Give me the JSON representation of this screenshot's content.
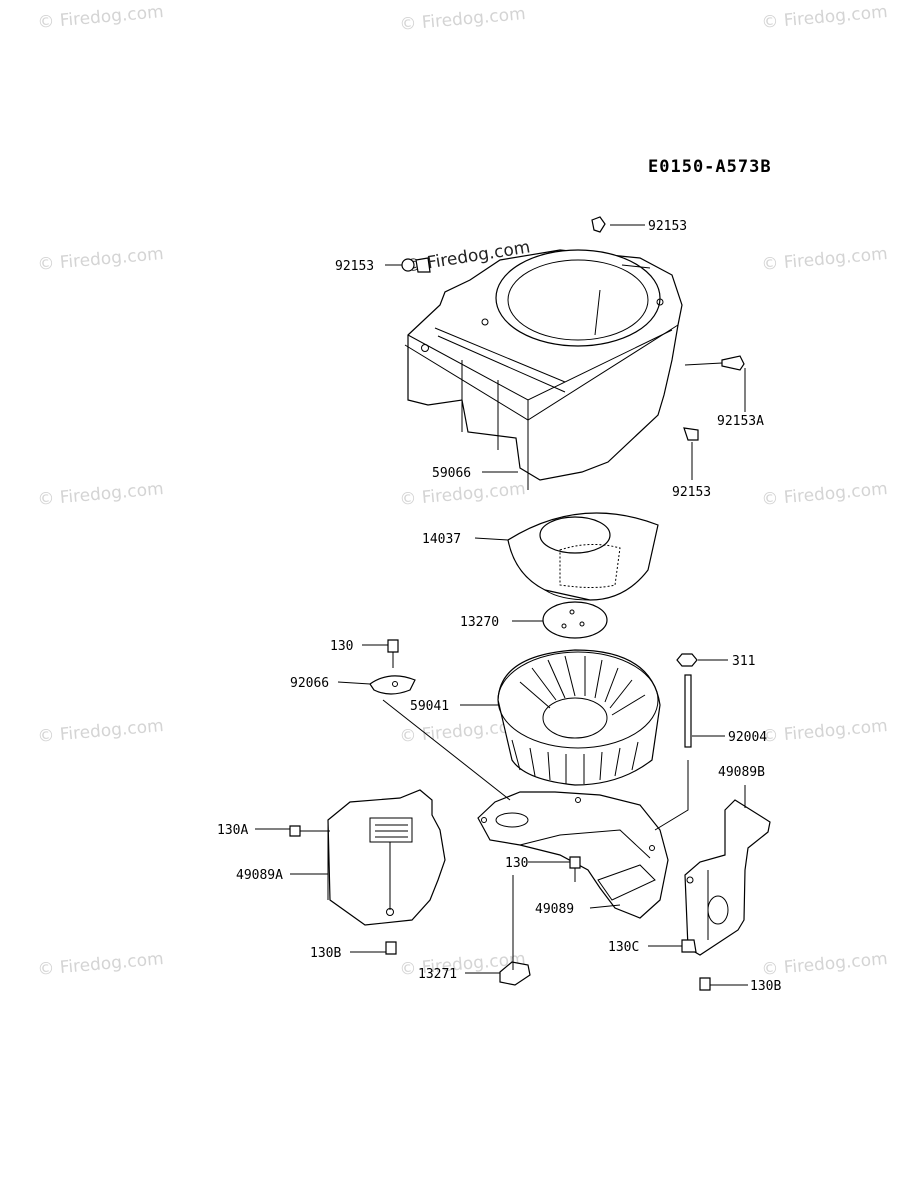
{
  "diagram_code": "E0150-A573B",
  "watermark": "© Firedog.com",
  "watermark_dark": "© Firedog.com",
  "parts": {
    "p92153_top": "92153",
    "p92153_left": "92153",
    "p92153a": "92153A",
    "p92153_right": "92153",
    "p59066": "59066",
    "p14037": "14037",
    "p13270": "13270",
    "p130_top": "130",
    "p92066": "92066",
    "p59041": "59041",
    "p311": "311",
    "p92004": "92004",
    "p49089b": "49089B",
    "p130a": "130A",
    "p49089a": "49089A",
    "p130_mid": "130",
    "p49089": "49089",
    "p130b_left": "130B",
    "p130c": "130C",
    "p13271": "13271",
    "p130b_right": "130B"
  }
}
